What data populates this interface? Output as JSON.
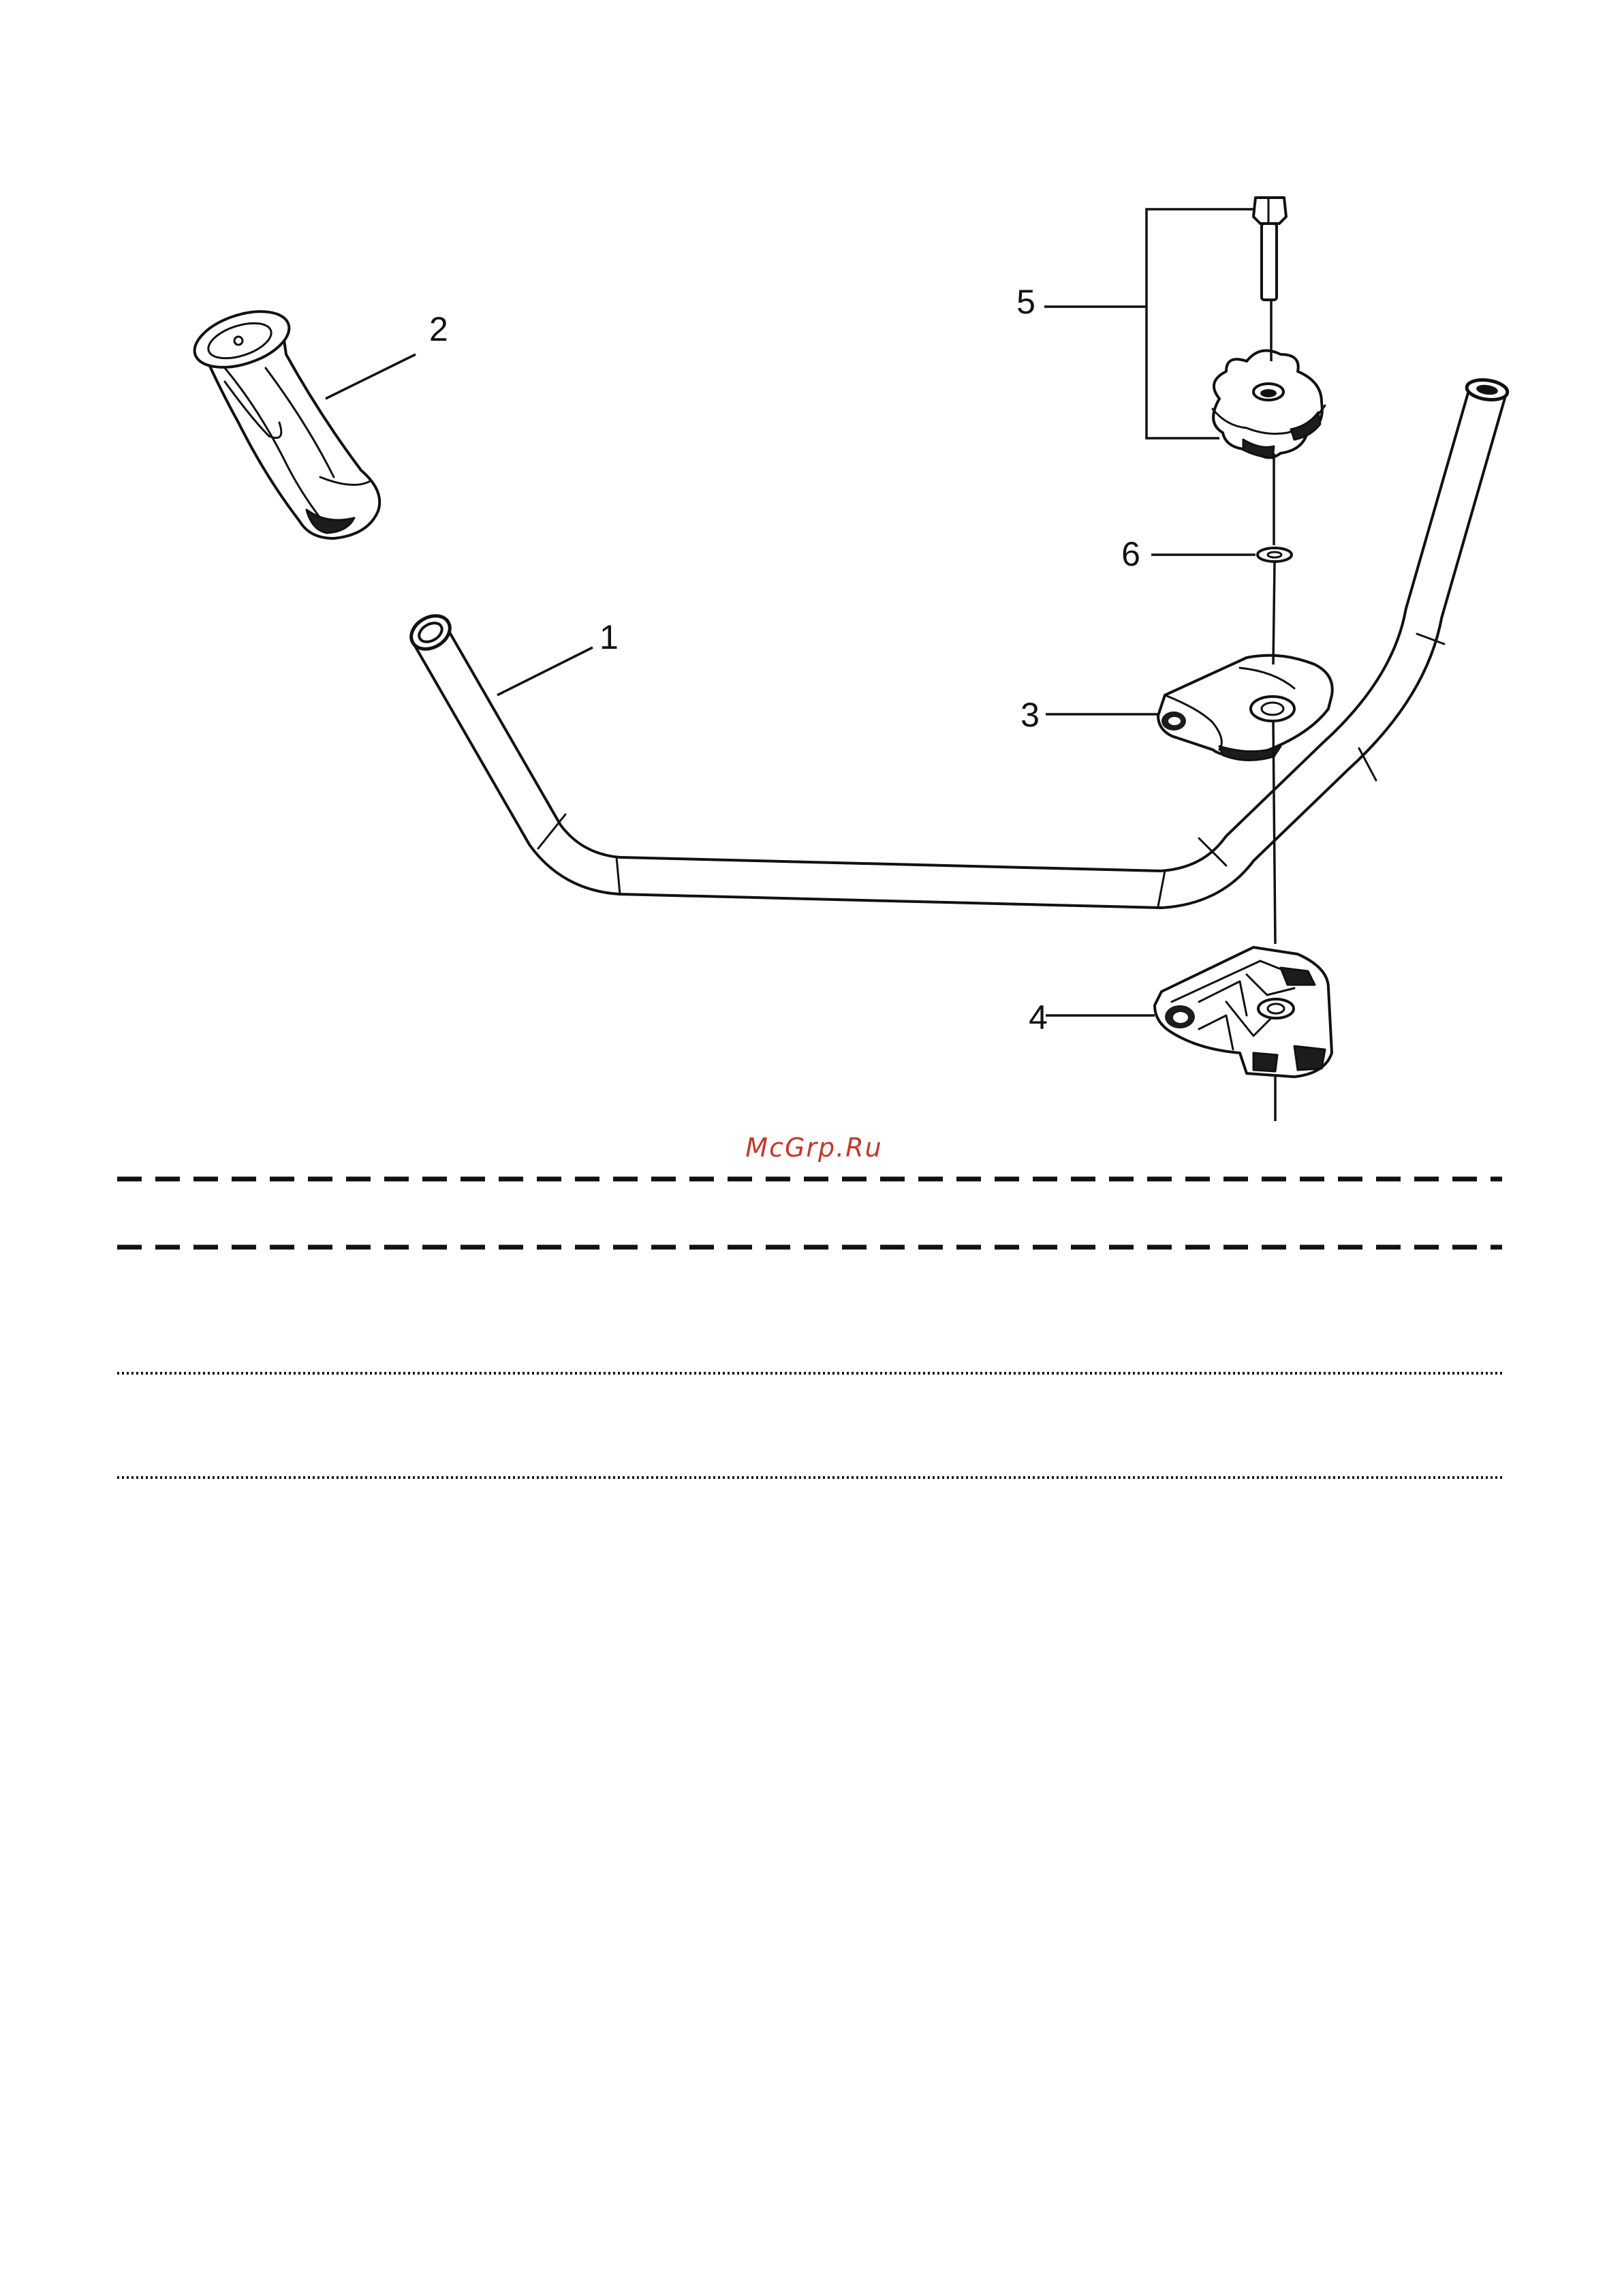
{
  "diagram": {
    "callouts": [
      {
        "id": "1",
        "label": "1"
      },
      {
        "id": "2",
        "label": "2"
      },
      {
        "id": "3",
        "label": "3"
      },
      {
        "id": "4",
        "label": "4"
      },
      {
        "id": "5",
        "label": "5"
      },
      {
        "id": "6",
        "label": "6"
      }
    ],
    "watermark": "McGrp.Ru",
    "colors": {
      "line": "#111111",
      "watermark": "#c0392b",
      "background": "#ffffff"
    }
  },
  "form_lines": {
    "dashed_count": 2,
    "dotted_count": 2
  }
}
